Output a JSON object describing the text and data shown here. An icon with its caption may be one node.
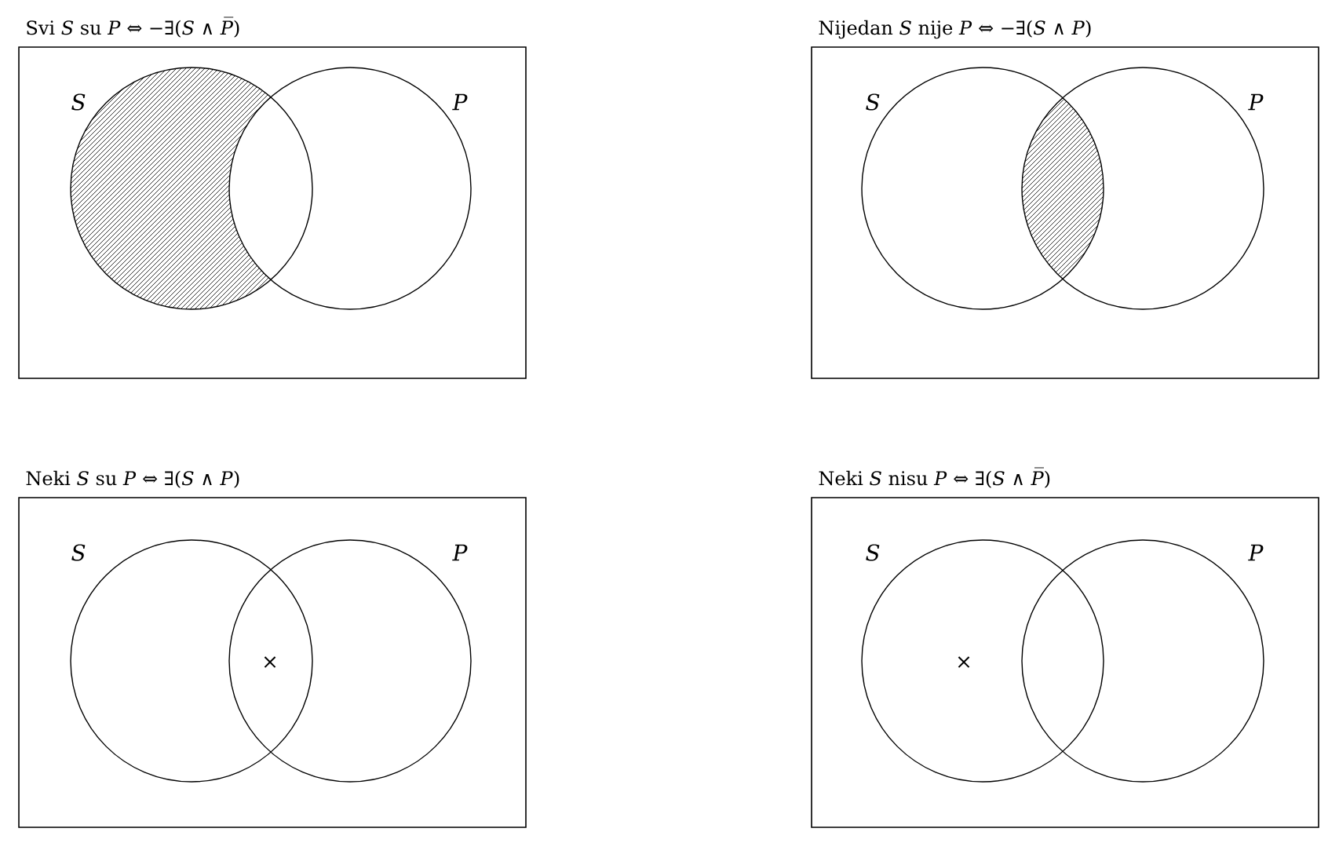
{
  "diagram": {
    "nodes": [
      {
        "text": [
          "Svi *S* su *P* ⇔ −∃(*S* ∧ *P̅*)"
        ]
      },
      {
        "text": [
          "S"
        ],
        "in": 0
      },
      {
        "text": [
          "P"
        ],
        "in": 0
      },
      {
        "text": [
          "Nijedan *S* nije *P* ⇔ −∃(*S* ∧ *P*)"
        ]
      },
      {
        "text": [
          "S"
        ],
        "in": 3
      },
      {
        "text": [
          "P"
        ],
        "in": 3
      },
      {
        "text": [
          "Neki *S* su *P* ⇔ ∃(*S* ∧ *P*)"
        ]
      },
      {
        "text": [
          "S"
        ],
        "in": 6
      },
      {
        "text": [
          "P"
        ],
        "in": 6
      },
      {
        "text": [
          "Neki *S* nisu *P* ⇔ ∃(*S* ∧ *P̅*)"
        ]
      },
      {
        "text": [
          "S"
        ],
        "in": 9
      },
      {
        "text": [
          "P"
        ],
        "in": 9
      }
    ],
    "labels": [
      "×",
      "×"
    ]
  }
}
